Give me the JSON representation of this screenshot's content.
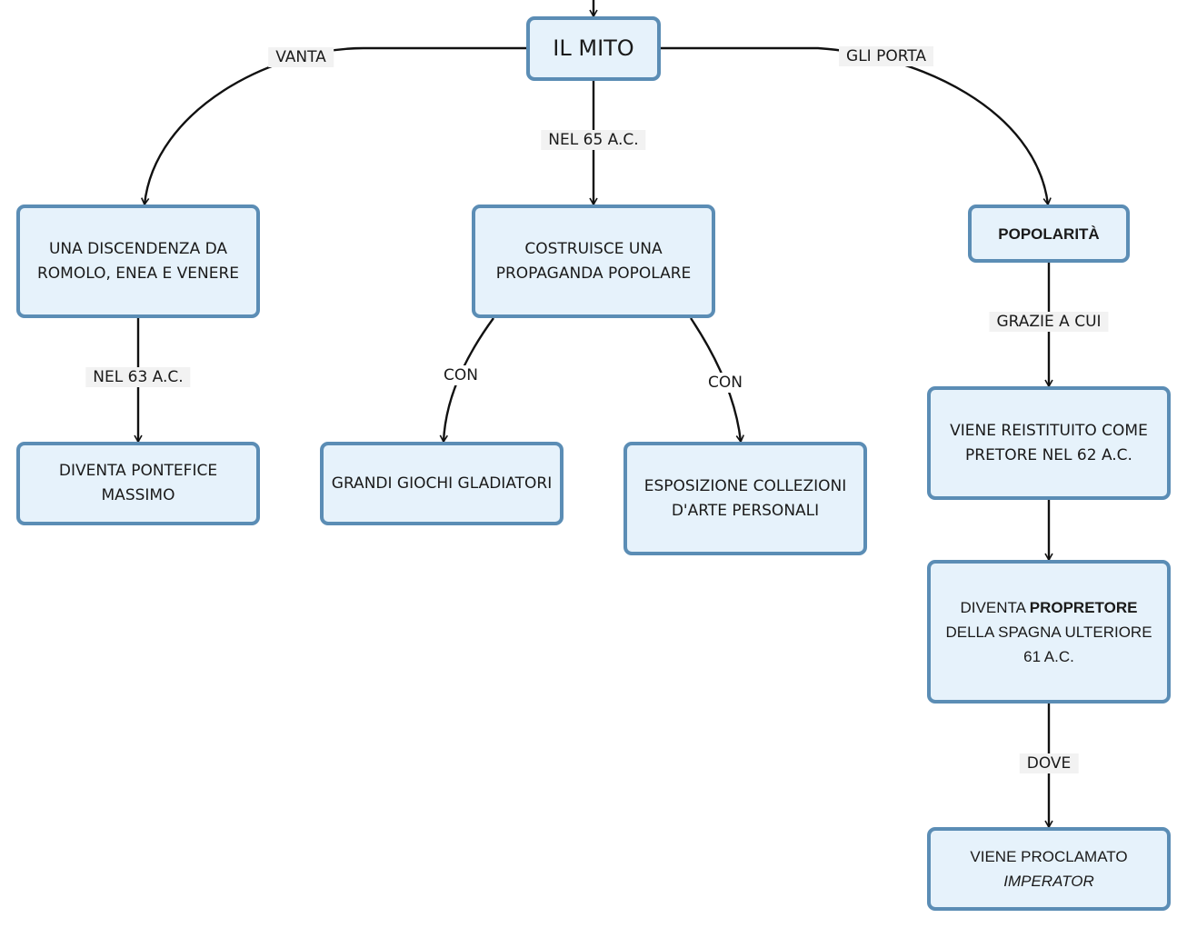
{
  "nodes": {
    "mito": "IL MITO",
    "discendenza": "UNA DISCENDENZA DA ROMOLO, ENEA E VENERE",
    "propaganda": "COSTRUISCE UNA PROPAGANDA POPOLARE",
    "popolarita": "POPOLARITÀ",
    "pontefice": "DIVENTA PONTEFICE MASSIMO",
    "giochi": "GRANDI GIOCHI GLADIATORI",
    "esposizione": "ESPOSIZIONE COLLEZIONI D'ARTE PERSONALI",
    "pretore": "VIENE REISTITUITO COME PRETORE NEL 62 A.C.",
    "propretore": {
      "prefix": "DIVENTA",
      "bold": "PROPRETORE",
      "suffix": "DELLA SPAGNA ULTERIORE 61 A.C."
    },
    "imperator": {
      "line1": "VIENE PROCLAMATO",
      "line2": "IMPERATOR"
    }
  },
  "edge_labels": {
    "vanta": "VANTA",
    "gli_porta": "GLI PORTA",
    "nel_65": "NEL 65 A.C.",
    "nel_63": "NEL 63 A.C.",
    "con_giochi": "CON",
    "con_esposizione": "CON",
    "grazie_a_cui": "GRAZIE A CUI",
    "dove": "DOVE"
  },
  "colors": {
    "node_fill": "#e6f2fb",
    "node_border": "#5b8db5",
    "edge": "#111111",
    "label_bg": "#f2f2f2"
  }
}
